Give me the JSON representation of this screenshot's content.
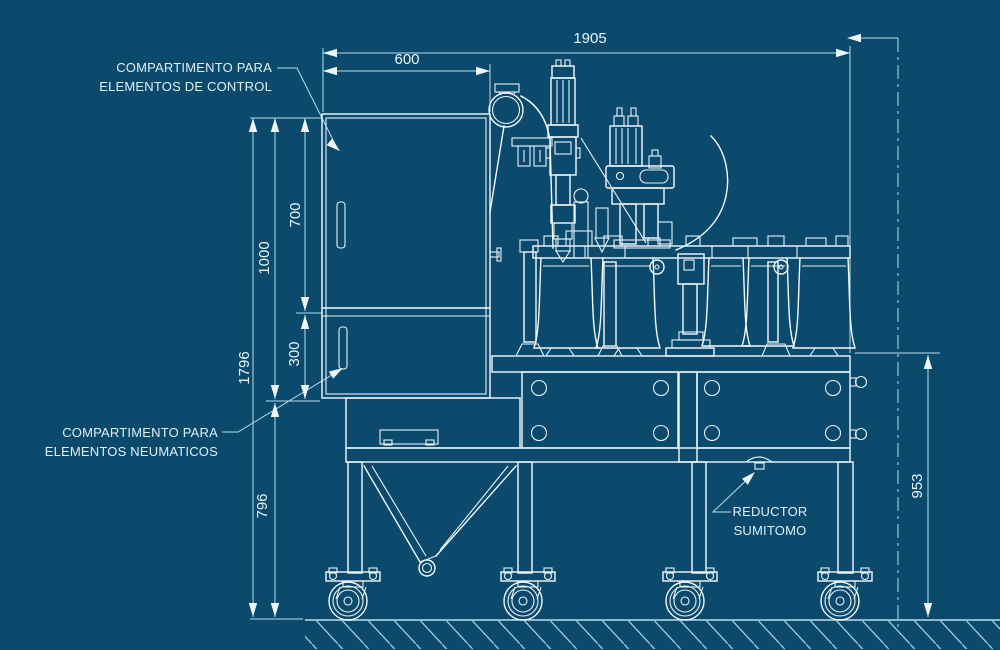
{
  "drawing_type": "blueprint-side-elevation",
  "colors": {
    "background": "#0b4a6d",
    "machine_line": "#f3fafd",
    "dimension_line": "#b9dcea",
    "hatch_line": "#9fc9da",
    "text": "#def0f8"
  },
  "labels": {
    "control_compartment": {
      "line1": "COMPARTIMENTO PARA",
      "line2": "ELEMENTOS DE CONTROL"
    },
    "pneumatic_compartment": {
      "line1": "COMPARTIMENTO PARA",
      "line2": "ELEMENTOS NEUMATICOS"
    },
    "reductor": {
      "line1": "REDUCTOR",
      "line2": "SUMITOMO"
    }
  },
  "dimensions": {
    "total_width": "1905",
    "control_cabinet_width": "600",
    "upper_door_height": "700",
    "cabinet_height": "1000",
    "lower_door_height": "300",
    "overall_height": "1796",
    "base_height": "796",
    "table_height": "953"
  }
}
